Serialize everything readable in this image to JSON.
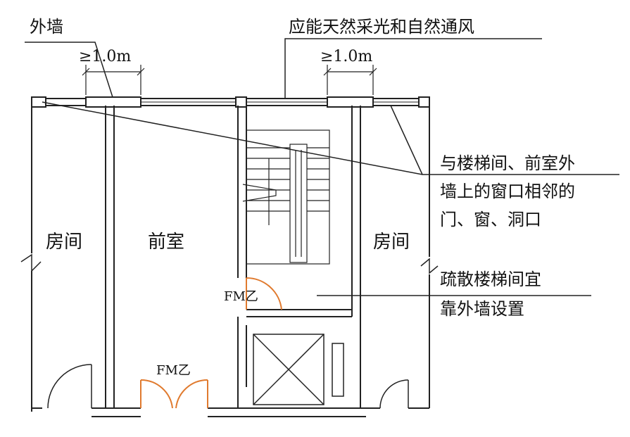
{
  "labels": {
    "outer_wall": "外墙",
    "natural_light": "应能天然采光和自然通风",
    "dim_left": "≥1.0m",
    "dim_right": "≥1.0m",
    "adjacent_openings": [
      "与楼梯间、前室外",
      "墙上的窗口相邻的",
      "门、窗、洞口"
    ],
    "room_left": "房间",
    "anteroom": "前室",
    "room_right": "房间",
    "stair_location": [
      "疏散楼梯间宜",
      "靠外墙设置"
    ],
    "fire_door_upper": "FM乙",
    "fire_door_lower": "FM乙"
  },
  "colors": {
    "line": "#222222",
    "fire_door": "#e07a2e",
    "background": "#ffffff"
  }
}
